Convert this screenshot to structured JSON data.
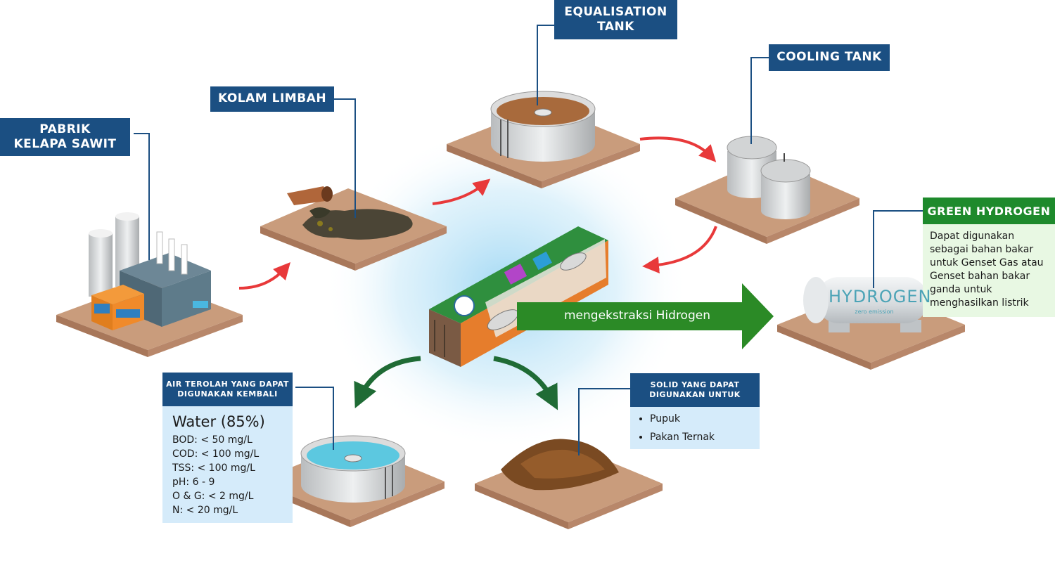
{
  "labels": {
    "pabrik": [
      "PABRIK",
      "KELAPA SAWIT"
    ],
    "kolam": "KOLAM LIMBAH",
    "equalisation": [
      "EQUALISATION",
      "TANK"
    ],
    "cooling": "COOLING TANK",
    "air": [
      "AIR TEROLAH YANG DAPAT",
      "DIGUNAKAN KEMBALI"
    ],
    "solid": [
      "SOLID YANG DAPAT",
      "DIGUNAKAN UNTUK"
    ]
  },
  "green_hydrogen": {
    "title": "GREEN HYDROGEN",
    "description": "Dapat digunakan sebagai bahan bakar untuk Genset Gas atau Genset bahan bakar ganda untuk menghasilkan listrik"
  },
  "hydrogen_tank": {
    "text": "HYDROGEN",
    "subtext": "zero emission"
  },
  "extraction_arrow": "mengekstraksi Hidrogen",
  "water": {
    "title": "Water (85%)",
    "params": [
      "BOD: < 50 mg/L",
      "COD: < 100 mg/L",
      "TSS: < 100 mg/L",
      "pH: 6 - 9",
      "O & G: < 2 mg/L",
      "N: < 20 mg/L"
    ]
  },
  "solid_uses": [
    "Pupuk",
    "Pakan Ternak"
  ],
  "colors": {
    "label_blue": "#1b4f82",
    "green": "#1e8a2c",
    "red_arrow": "#e8393a",
    "dark_green_arrow": "#1f6b35",
    "platform": "#c99c7c"
  }
}
